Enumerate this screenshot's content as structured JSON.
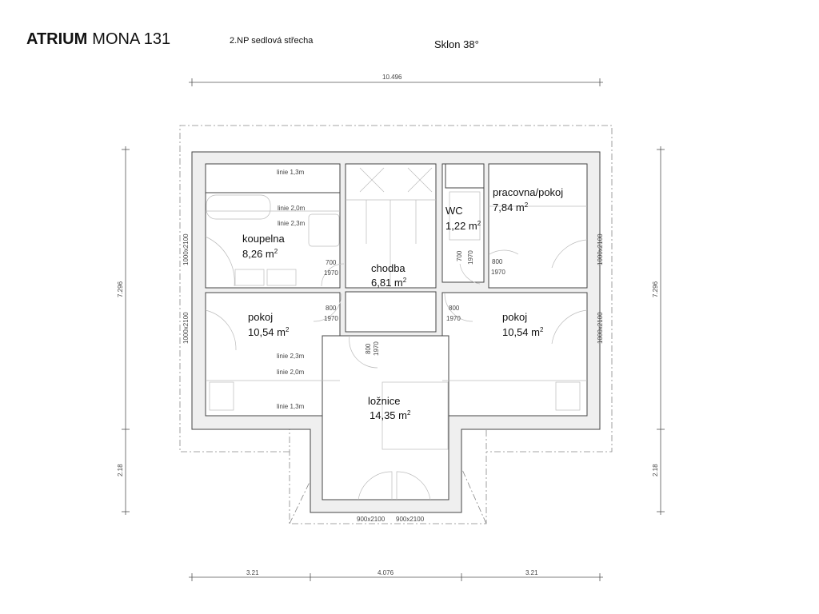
{
  "header": {
    "title_bold": "ATRIUM",
    "title_rest": "MONA 131",
    "subtitle": "2.NP  sedlová střecha",
    "slope": "Sklon 38°"
  },
  "dimensions": {
    "top_total": "10.496",
    "left_upper": "7.296",
    "left_lower": "2.18",
    "right_upper": "7.296",
    "right_lower": "2.18",
    "bottom": [
      "3.21",
      "4.076",
      "3.21"
    ]
  },
  "rooms": {
    "koupelna": {
      "name": "koupelna",
      "area": "8,26 m"
    },
    "chodba": {
      "name": "chodba",
      "area": "6,81 m"
    },
    "wc": {
      "name": "WC",
      "area": "1,22 m"
    },
    "pracovna": {
      "name": "pracovna/pokoj",
      "area": "7,84 m"
    },
    "pokoj_left": {
      "name": "pokoj",
      "area": "10,54 m"
    },
    "pokoj_right": {
      "name": "pokoj",
      "area": "10,54 m"
    },
    "loznice": {
      "name": "ložnice",
      "area": "14,35 m"
    },
    "sup": "2"
  },
  "lines": {
    "l13_top": "linie 1,3m",
    "l20_bath": "linie 2,0m",
    "l23_bath": "linie 2,3m",
    "l23_room": "linie 2,3m",
    "l20_room": "linie 2,0m",
    "l13_room": "linie 1,3m"
  },
  "doors": {
    "bath_w": "700",
    "bath_h": "1970",
    "wc_w": "700",
    "wc_h": "1970",
    "prac_w": "800",
    "prac_h": "1970",
    "pokL_w": "800",
    "pokL_h": "1970",
    "pokR_w": "800",
    "pokR_h": "1970",
    "loz_w": "800",
    "loz_h": "1970",
    "front_left": "900x2100",
    "front_right": "900x2100"
  },
  "windows": {
    "left_upper": "1000x2100",
    "left_lower": "1000x2100",
    "right_upper": "1000x2100",
    "right_lower": "1000x2100"
  }
}
